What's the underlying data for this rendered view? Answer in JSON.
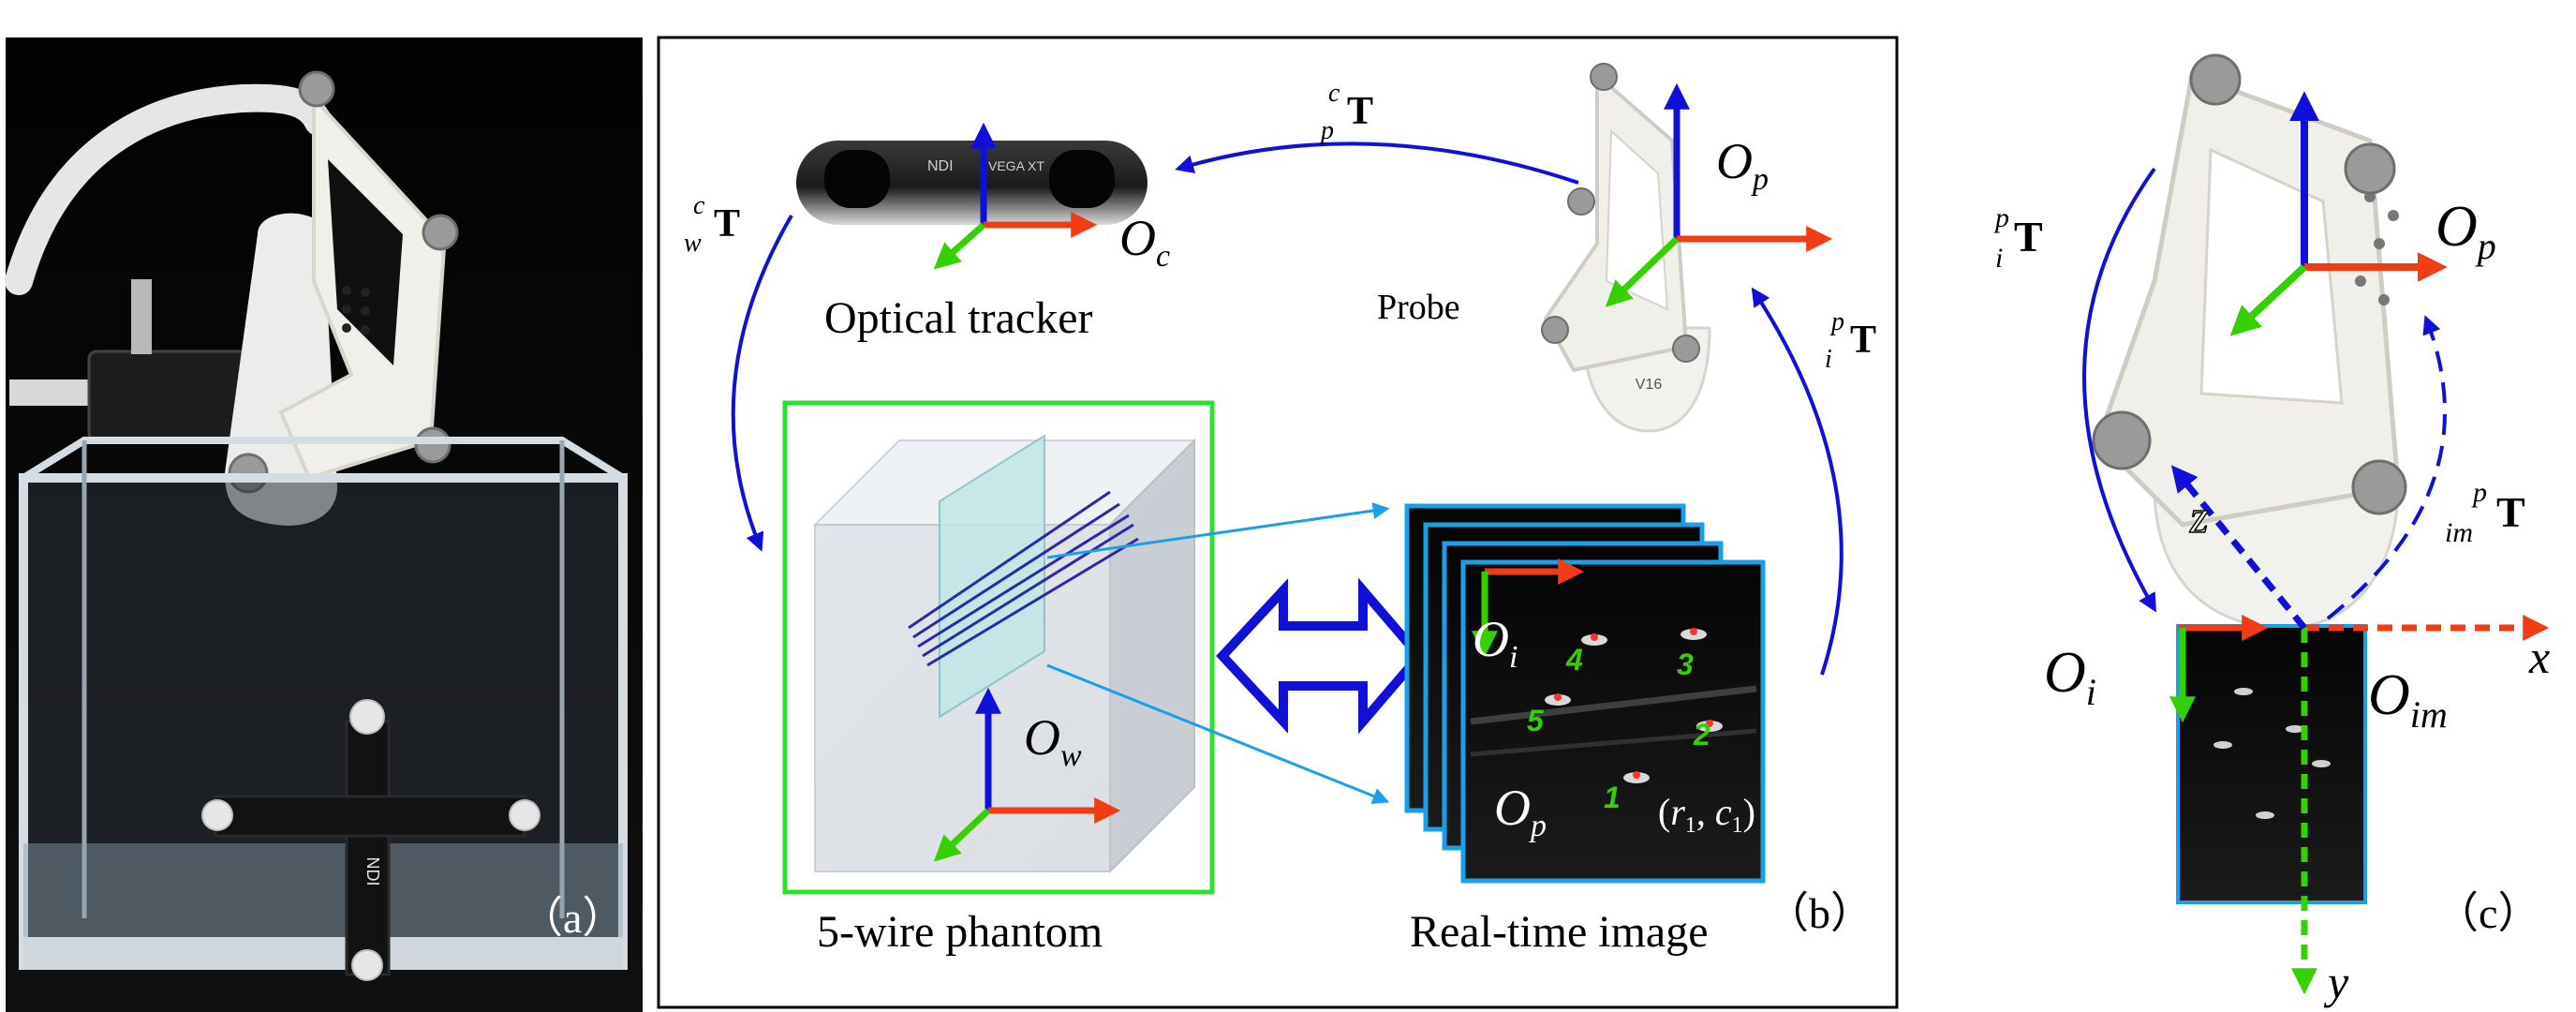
{
  "panel_a": {
    "caption": "（a）",
    "ndi_mark": "NDI"
  },
  "panel_b": {
    "caption": "（b）",
    "tracker_brand": "NDI",
    "tracker_model": "VEGA XT",
    "tracker_label": "Optical tracker",
    "tracker_frame": {
      "base": "O",
      "sub": "c"
    },
    "probe_label": "Probe",
    "probe_frame": {
      "base": "O",
      "sub": "p"
    },
    "phantom_label": "5-wire phantom",
    "phantom_frame": {
      "base": "O",
      "sub": "w"
    },
    "image_label": "Real-time image",
    "image_frame_i": {
      "base": "O",
      "sub": "i"
    },
    "image_frame_p": {
      "base": "O",
      "sub": "p"
    },
    "pixel_coord": {
      "open": "(",
      "r": "r",
      "r_sub": "1",
      "comma": ", ",
      "c": "c",
      "c_sub": "1",
      "close": ")"
    },
    "wire_numbers": [
      "1",
      "2",
      "3",
      "4",
      "5"
    ],
    "transforms": {
      "c_p": {
        "sup": "c",
        "sub": "p",
        "base": "T"
      },
      "c_w": {
        "sup": "c",
        "sub": "w",
        "base": "T"
      },
      "p_i": {
        "sup": "p",
        "sub": "i",
        "base": "T"
      }
    }
  },
  "panel_c": {
    "caption": "（c）",
    "probe_frame": {
      "base": "O",
      "sub": "p"
    },
    "image_frame_i": {
      "base": "O",
      "sub": "i"
    },
    "image_frame_im": {
      "base": "O",
      "sub": "im"
    },
    "axis_x": "x",
    "axis_y": "y",
    "axis_z": "z",
    "transforms": {
      "p_i": {
        "sup": "p",
        "sub": "i",
        "base": "T"
      },
      "p_im": {
        "sup": "p",
        "sub": "im",
        "base": "T"
      }
    }
  },
  "colors": {
    "arrow_blue": "#1010d8",
    "axis_red": "#f23c14",
    "axis_green": "#35d000",
    "phantom_box": "#2ee02e",
    "image_frame": "#1aa0e8",
    "marker_grey": "#8a8a8a"
  }
}
